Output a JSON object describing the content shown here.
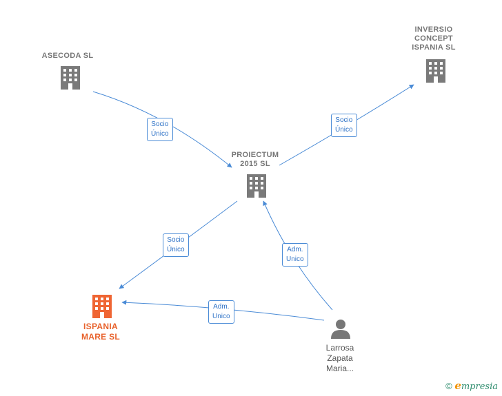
{
  "colors": {
    "edge": "#4a8bd6",
    "company_icon": "#7a7a7a",
    "focus_icon": "#ef6533",
    "person_icon": "#777777"
  },
  "nodes": {
    "asecoda": {
      "label": "ASECODA SL",
      "icon": "building-icon"
    },
    "inversio": {
      "label": "INVERSIO\nCONCEPT\nISPANIA  SL",
      "icon": "building-icon"
    },
    "proiectum": {
      "label": "PROIECTUM\n2015  SL",
      "icon": "building-icon"
    },
    "ispania_mare": {
      "label": "ISPANIA\nMARE  SL",
      "icon": "building-icon"
    },
    "larrosa": {
      "label": "Larrosa\nZapata\nMaria...",
      "icon": "person-icon"
    }
  },
  "edges": [
    {
      "label": "Socio\nÚnico"
    },
    {
      "label": "Socio\nÚnico"
    },
    {
      "label": "Socio\nÚnico"
    },
    {
      "label": "Adm.\nUnico"
    },
    {
      "label": "Adm.\nUnico"
    }
  ],
  "footer": {
    "copyright": "©",
    "brand": "mpresia",
    "brand_initial": "e"
  }
}
